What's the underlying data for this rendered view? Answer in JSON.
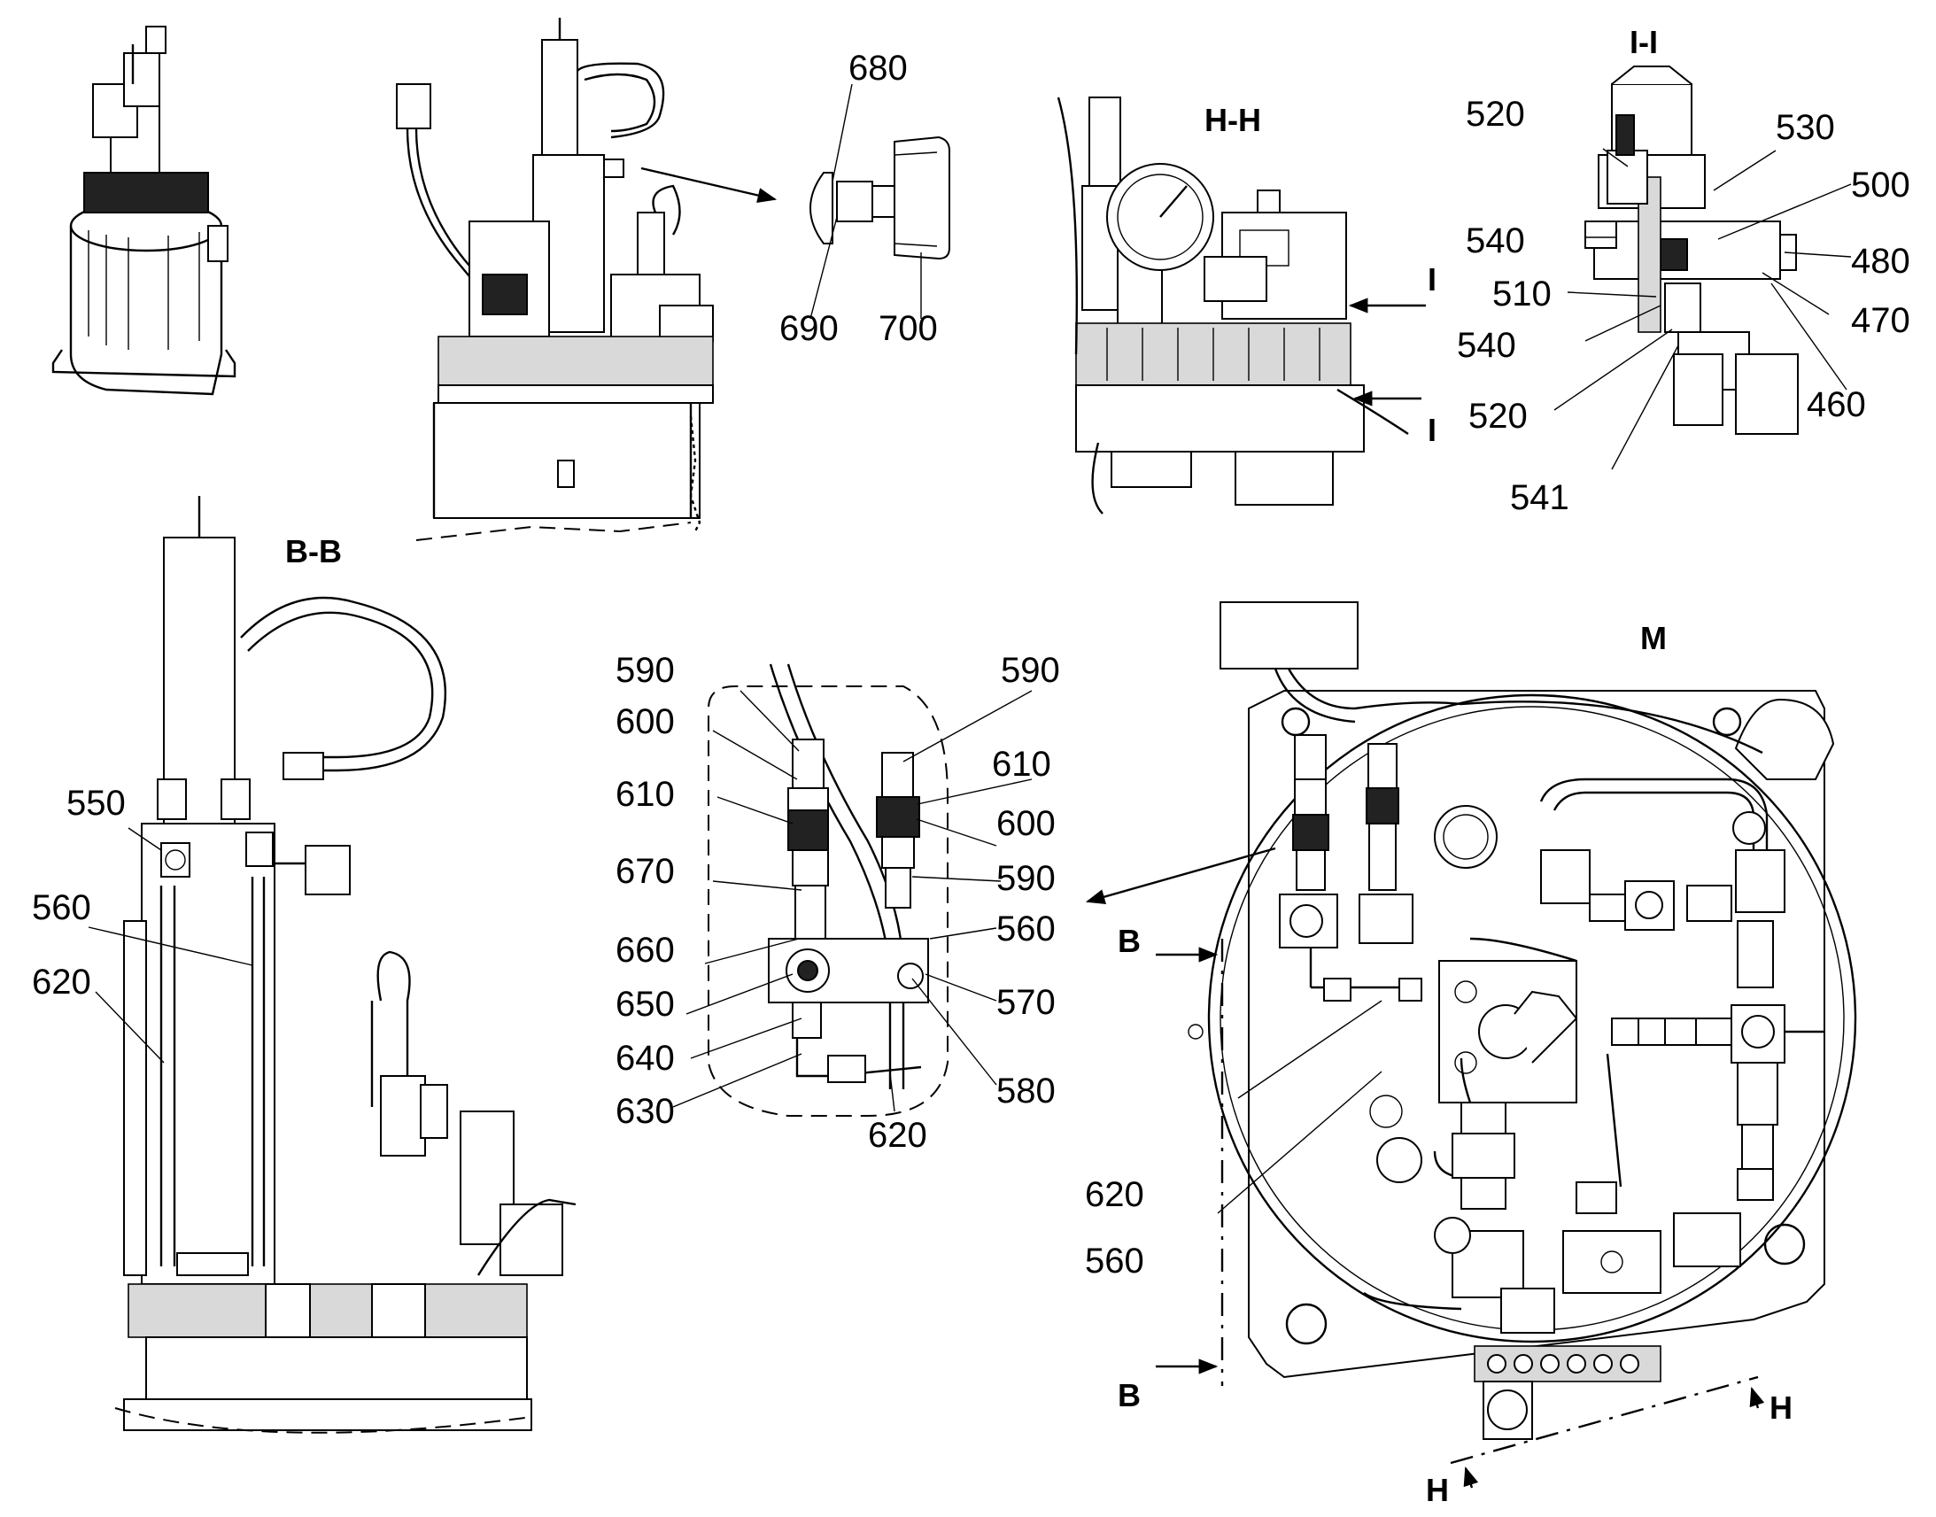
{
  "sections": {
    "hh": "H-H",
    "ii": "I-I",
    "bb": "B-B",
    "m": "M"
  },
  "markers": {
    "i": "I",
    "b": "B",
    "h": "H"
  },
  "callouts": {
    "c680": "680",
    "c690": "690",
    "c700": "700",
    "c520": "520",
    "c530": "530",
    "c500": "500",
    "c540": "540",
    "c480": "480",
    "c510": "510",
    "c470": "470",
    "c460": "460",
    "c541": "541",
    "c550": "550",
    "c560": "560",
    "c620": "620",
    "c590": "590",
    "c600": "600",
    "c610": "610",
    "c670": "670",
    "c660": "660",
    "c650": "650",
    "c640": "640",
    "c630": "630",
    "c570": "570",
    "c580": "580"
  }
}
